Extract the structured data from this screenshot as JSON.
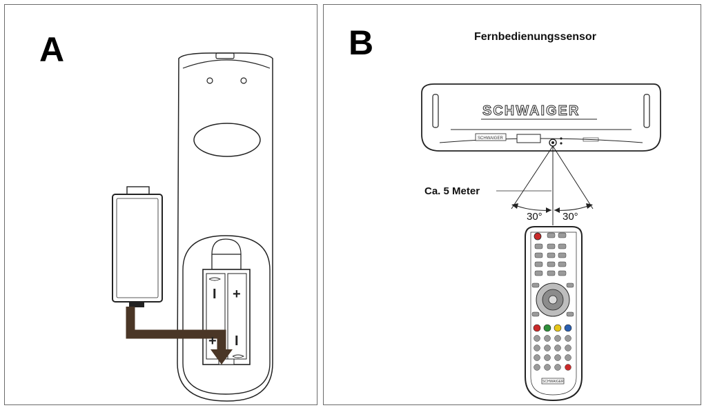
{
  "panel_a": {
    "label": "A",
    "battery_signs": {
      "top_left": "I",
      "top_right": "+",
      "bottom_left": "+",
      "bottom_right": "I"
    }
  },
  "panel_b": {
    "label": "B",
    "title": "Fernbedienungssensor",
    "distance": "Ca. 5 Meter",
    "angle_left": "30°",
    "angle_right": "30°",
    "device_brand": "SCHWAIGER",
    "device_badge": "SCHWAIGER",
    "remote_badge": "SCHWAIGER"
  },
  "colors": {
    "line": "#222222",
    "arrow": "#4a3626",
    "red": "#c92a2a",
    "green": "#2f8f3a",
    "yellow": "#e6c619",
    "blue": "#2a5fb0"
  }
}
